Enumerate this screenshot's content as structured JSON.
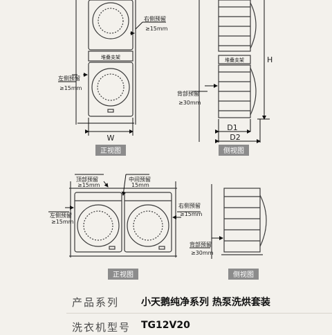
{
  "callouts": {
    "right_gap_top": [
      "右侧预留",
      "≥15mm"
    ],
    "left_gap_mid": [
      "左侧预留",
      "≥15mm"
    ],
    "back_gap_side": [
      "背部预留",
      "≥30mm"
    ],
    "top_gap_front": [
      "顶部预留",
      "≥15mm"
    ],
    "middle_gap_front": [
      "中间预留",
      "15mm"
    ],
    "left_gap_front": [
      "左侧预留",
      "≥15mm"
    ],
    "right_gap_front": [
      "右侧预留",
      "≥15mm"
    ],
    "back_gap_side2": [
      "背部预留",
      "≥30mm"
    ]
  },
  "stack_bracket_label": "堆叠支架",
  "dimensions": {
    "width": "W",
    "height": "H",
    "depth1": "D1",
    "depth2": "D2"
  },
  "view_tags": {
    "front": "正视图",
    "side": "侧视图"
  },
  "specs": [
    {
      "key": "产品系列",
      "value": "小天鹅纯净系列 热泵洗烘套装"
    },
    {
      "key": "洗衣机型号",
      "value": "TG12V20"
    }
  ],
  "colors": {
    "line": "#3a3a3a",
    "tag_bg": "#8c8c8c",
    "arrow": "#111111",
    "background": "#f3f1ec"
  }
}
